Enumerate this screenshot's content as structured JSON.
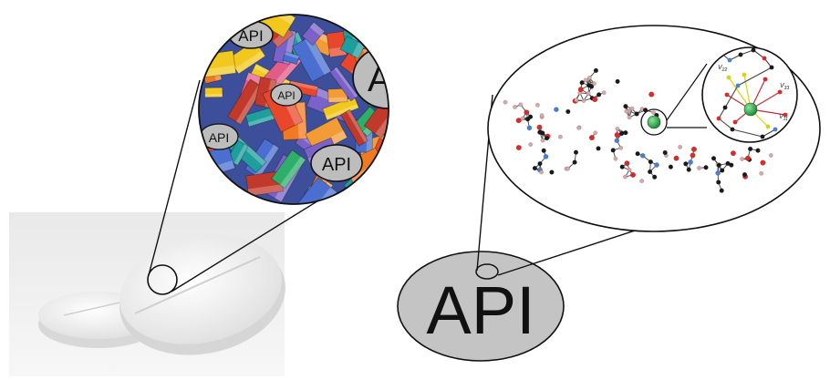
{
  "labels": {
    "main": "API",
    "particles": [
      "API",
      "API",
      "API",
      "API",
      "A"
    ]
  },
  "tensor_labels": {
    "v22": "V",
    "v22_sub": "22",
    "v33": "V",
    "v33_sub": "33",
    "v11": "V",
    "v11_sub": "11"
  },
  "colors": {
    "api_fill": "#c4c4c4",
    "tablet_bg": "#e6e6e6",
    "ca_atom": "#22a745",
    "oxygen": "#d92b2b",
    "carbon": "#1a1a1a",
    "hydrogen": "#d8a8a8",
    "nitrogen": "#4a7fd0",
    "tensor_yellow": "#d6d21a"
  }
}
